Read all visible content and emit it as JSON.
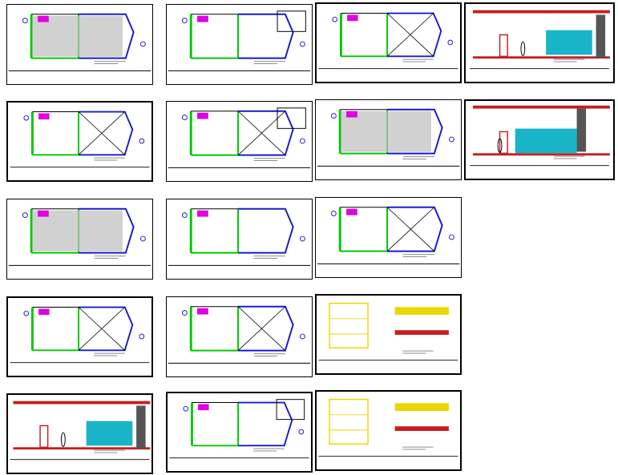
{
  "sheets": [
    {
      "id": 1,
      "kind": "floor-plan-furnished"
    },
    {
      "id": 2,
      "kind": "ceiling-plan-with-legend"
    },
    {
      "id": 3,
      "kind": "floor-plan-outline"
    },
    {
      "id": 4,
      "kind": "elevation-showcase"
    },
    {
      "id": 5,
      "kind": "floor-plan-tiled"
    },
    {
      "id": 6,
      "kind": "floor-plan-outline-legend"
    },
    {
      "id": 7,
      "kind": "floor-plan-furnished-arrows"
    },
    {
      "id": 8,
      "kind": "elevation-facade"
    },
    {
      "id": 9,
      "kind": "floor-plan-furnished"
    },
    {
      "id": 10,
      "kind": "ceiling-plan"
    },
    {
      "id": 11,
      "kind": "floor-plan-outline"
    },
    {
      "id": 12,
      "kind": "floor-plan-hatched"
    },
    {
      "id": 13,
      "kind": "floor-plan-outline"
    },
    {
      "id": 14,
      "kind": "section-detail"
    },
    {
      "id": 15,
      "kind": "elevation-interior"
    },
    {
      "id": 16,
      "kind": "ceiling-plan-with-legend"
    },
    {
      "id": 17,
      "kind": "grid-detail-with-table"
    }
  ],
  "colors": {
    "wall_green": "#00c800",
    "wall_blue": "#1a1acc",
    "outline_yellow": "#e8d800",
    "accent_magenta": "#e000e0",
    "glass_cyan": "#19b4c8",
    "brick_red": "#c81e1e",
    "line_gray": "#8c8c8c",
    "text_block": "#000000"
  }
}
